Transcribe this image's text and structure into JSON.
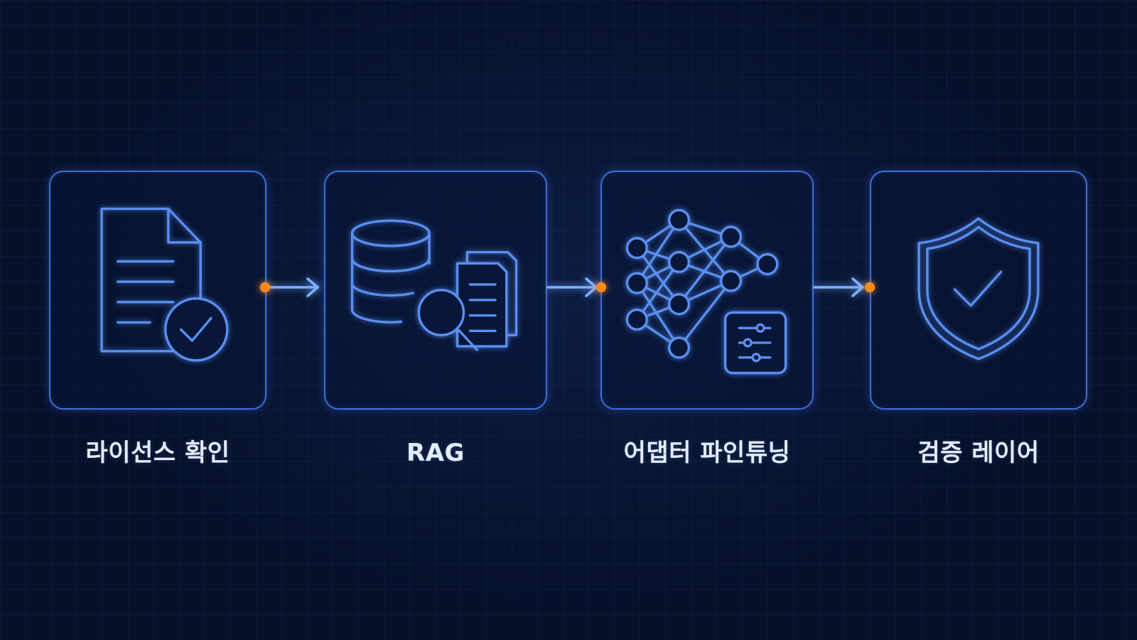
{
  "steps": [
    {
      "label": "라이선스 확인",
      "icon": "document-check-icon"
    },
    {
      "label": "RAG",
      "icon": "database-search-icon"
    },
    {
      "label": "어댑터 파인튜닝",
      "icon": "neural-network-sliders-icon"
    },
    {
      "label": "검증 레이어",
      "icon": "shield-check-icon"
    }
  ],
  "colors": {
    "background": "#061029",
    "accent": "#5b8ff0",
    "card_border": "#3f6fd8",
    "connector_dot": "#ff8a1c",
    "label_text": "#e4ebfa"
  }
}
